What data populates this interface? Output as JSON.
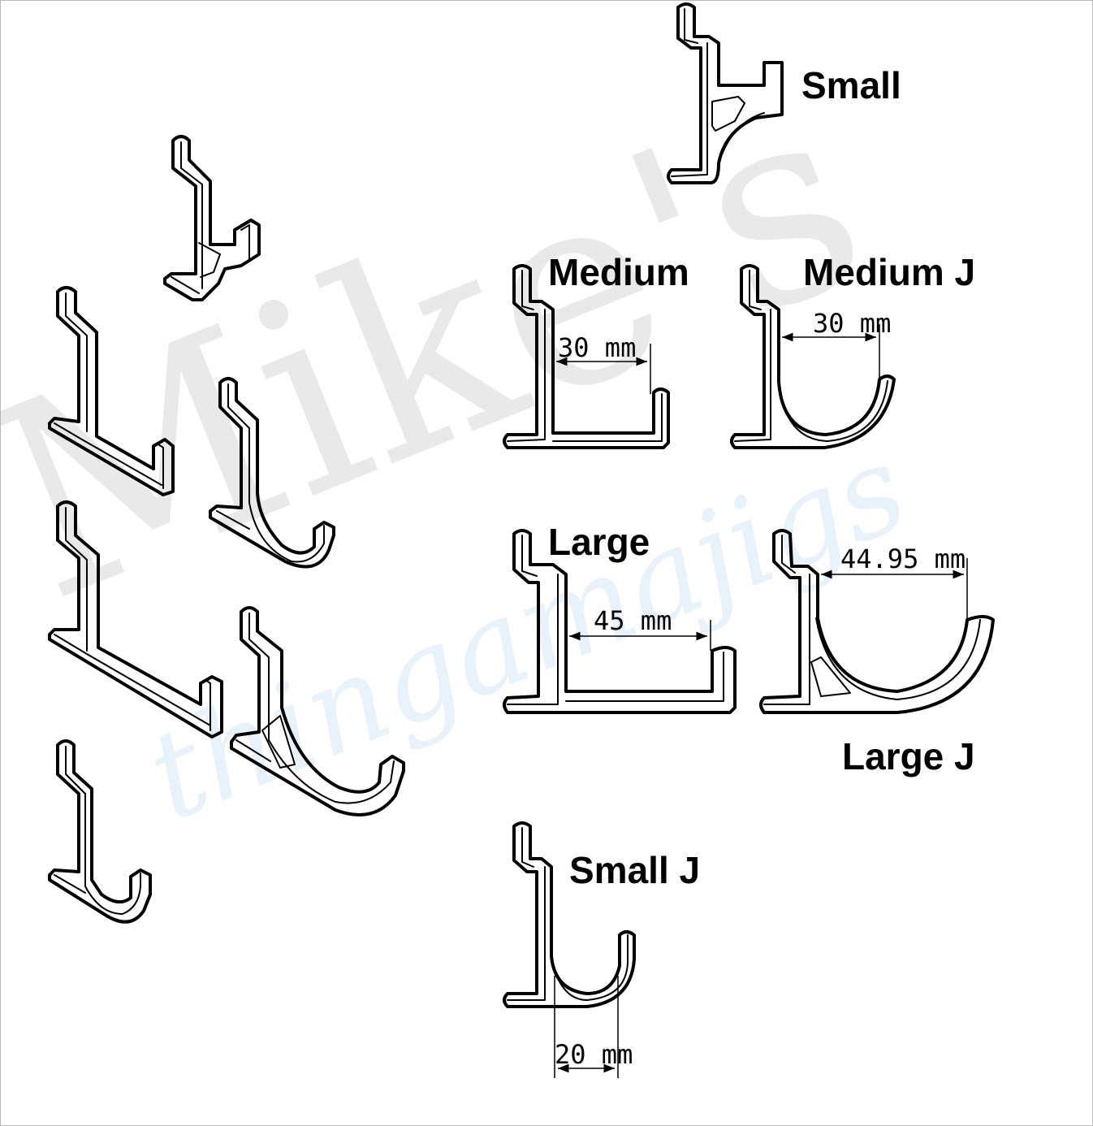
{
  "watermark": {
    "line1": "Mike's",
    "line2": "thingamajigs",
    "color_gray": "#e9e9e9",
    "color_blue": "#e8f2fb"
  },
  "labels": {
    "small": "Small",
    "medium": "Medium",
    "medium_j": "Medium J",
    "large": "Large",
    "large_j": "Large J",
    "small_j": "Small J"
  },
  "dimensions": {
    "medium": "30 mm",
    "medium_j": "30 mm",
    "large": "45 mm",
    "large_j": "44.95 mm",
    "small_j": "20 mm"
  },
  "colors": {
    "line": "#000000",
    "border": "#b8b8b8"
  }
}
